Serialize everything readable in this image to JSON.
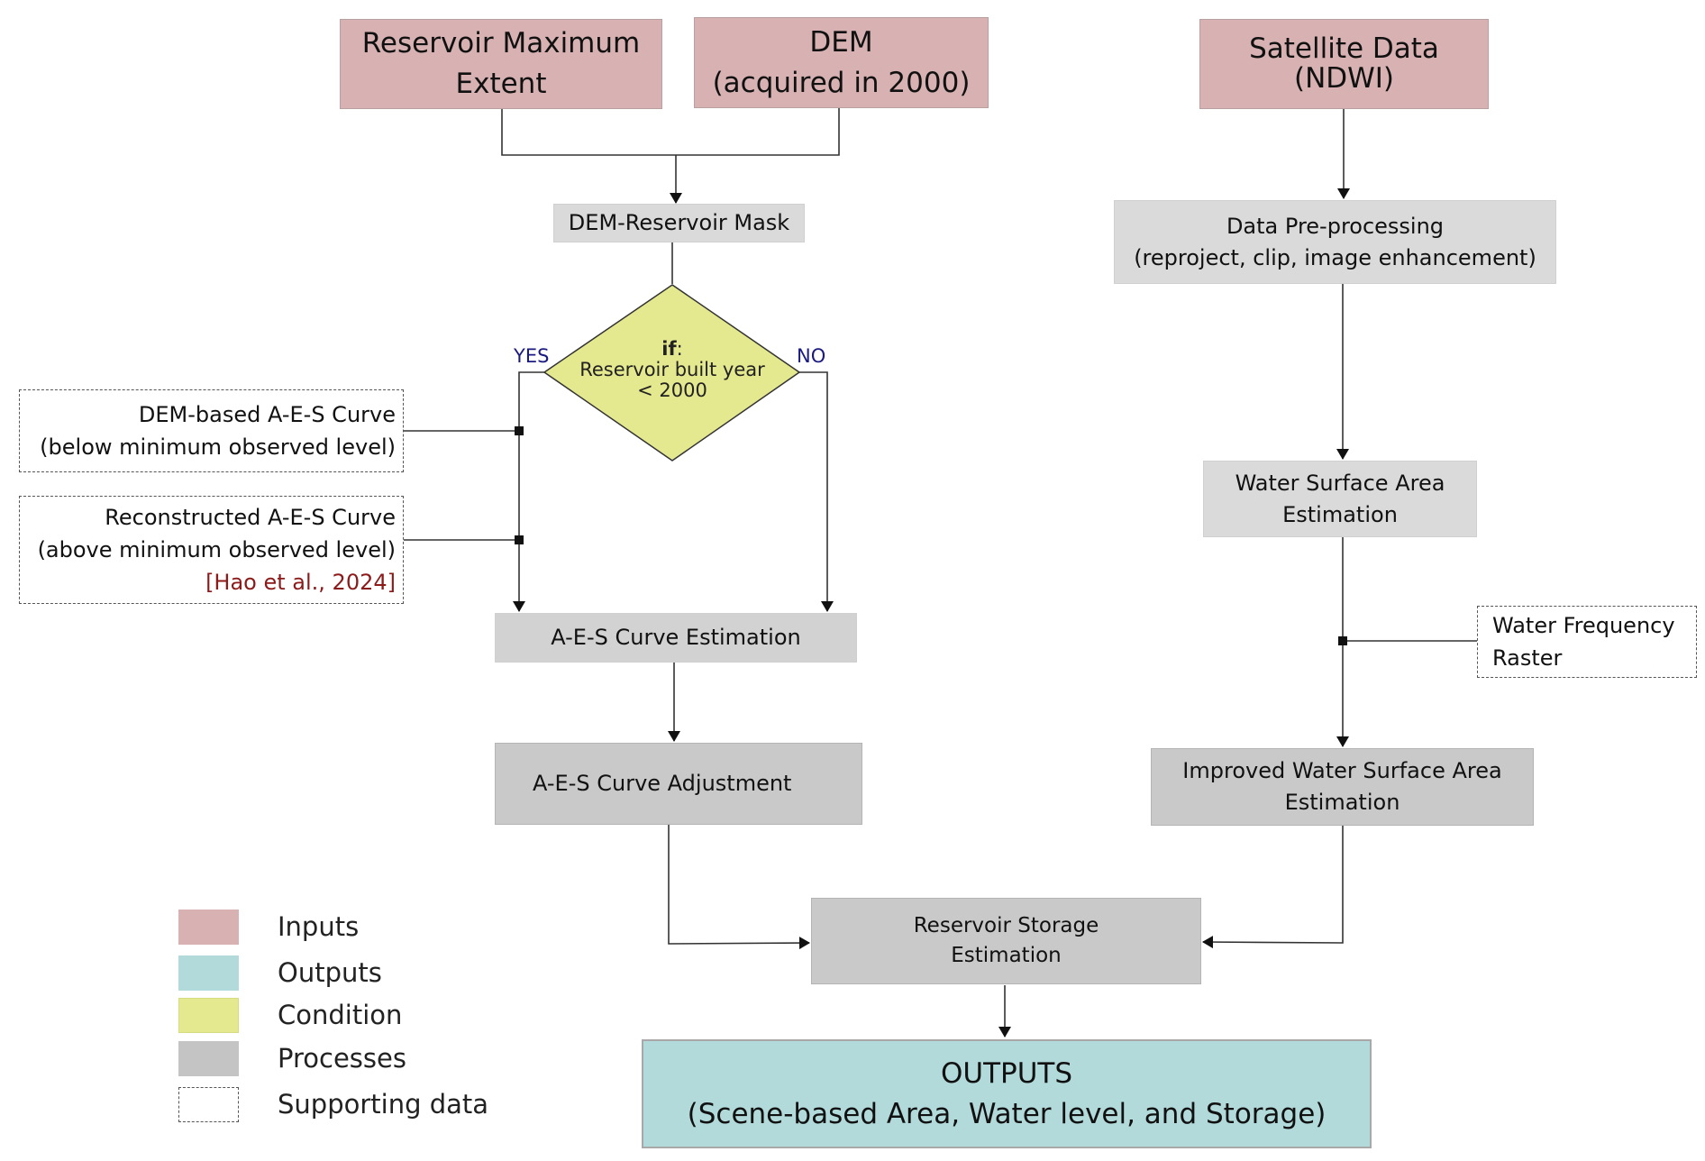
{
  "inputs": {
    "reservoir_max_extent": [
      "Reservoir Maximum",
      "Extent"
    ],
    "dem": [
      "DEM",
      "(acquired in 2000)"
    ],
    "satellite": [
      "Satellite Data",
      "(NDWI)"
    ]
  },
  "processes": {
    "dem_reservoir_mask": "DEM-Reservoir Mask",
    "data_preprocessing": [
      "Data Pre-processing",
      "(reproject, clip, image enhancement)"
    ],
    "aes_curve_estimation": "A-E-S Curve Estimation",
    "aes_curve_adjustment": "A-E-S Curve Adjustment",
    "water_surface_area": [
      "Water Surface Area",
      "Estimation"
    ],
    "improved_water_surface_area": [
      "Improved Water Surface Area",
      "Estimation"
    ],
    "reservoir_storage": [
      "Reservoir Storage",
      "Estimation"
    ]
  },
  "condition": {
    "keyword": "if",
    "colon": ":",
    "text": [
      "Reservoir built year",
      "< 2000"
    ],
    "yes_label": "YES",
    "no_label": "NO"
  },
  "supporting": {
    "dem_based_curve": [
      "DEM-based A-E-S Curve",
      "(below minimum observed level)"
    ],
    "reconstructed_curve": [
      "Reconstructed A-E-S Curve",
      "(above minimum observed level)"
    ],
    "reconstructed_citation": "[Hao et al., 2024]",
    "water_frequency": [
      "Water Frequency",
      "Raster"
    ]
  },
  "outputs": {
    "title": "OUTPUTS",
    "detail": "(Scene-based Area, Water level, and Storage)"
  },
  "legend": [
    {
      "label": "Inputs",
      "color": "#d8b2b2",
      "style": "solid"
    },
    {
      "label": "Outputs",
      "color": "#b2dada",
      "style": "solid"
    },
    {
      "label": "Condition",
      "color": "#e4e88e",
      "style": "solid"
    },
    {
      "label": "Processes",
      "color": "#c4c4c4",
      "style": "solid"
    },
    {
      "label": "Supporting data",
      "color": "#ffffff",
      "style": "dashed"
    }
  ],
  "colors": {
    "inputs": "#d8b2b2",
    "outputs": "#b2dada",
    "condition": "#e4e88e",
    "processes": "#c9c9c9",
    "citation": "#8b1a1a",
    "branch_label": "#1a1a80"
  }
}
